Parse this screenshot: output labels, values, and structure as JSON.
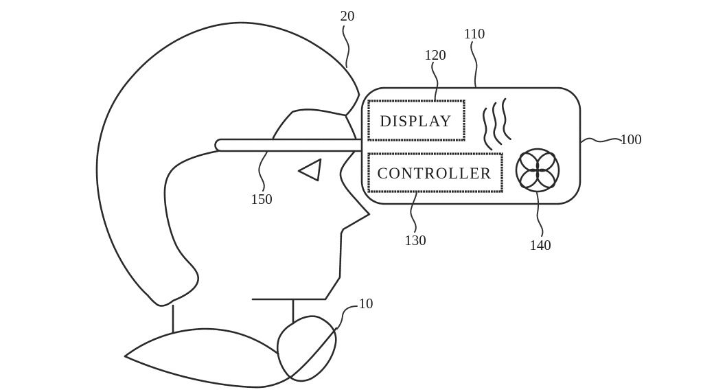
{
  "figure": {
    "kind": "patent-line-drawing",
    "subject": "head-mounted display worn by a person"
  },
  "device": {
    "display_label": "DISPLAY",
    "controller_label": "CONTROLLER"
  },
  "refs": {
    "r10": "10",
    "r20": "20",
    "r100": "100",
    "r110": "110",
    "r120": "120",
    "r130": "130",
    "r140": "140",
    "r150": "150"
  },
  "icons": {
    "fan": "fan-icon",
    "airflow": "airflow-waves-icon"
  },
  "colors": {
    "line": "#2a2a2a",
    "text": "#1c1c1c",
    "background": "#ffffff"
  }
}
